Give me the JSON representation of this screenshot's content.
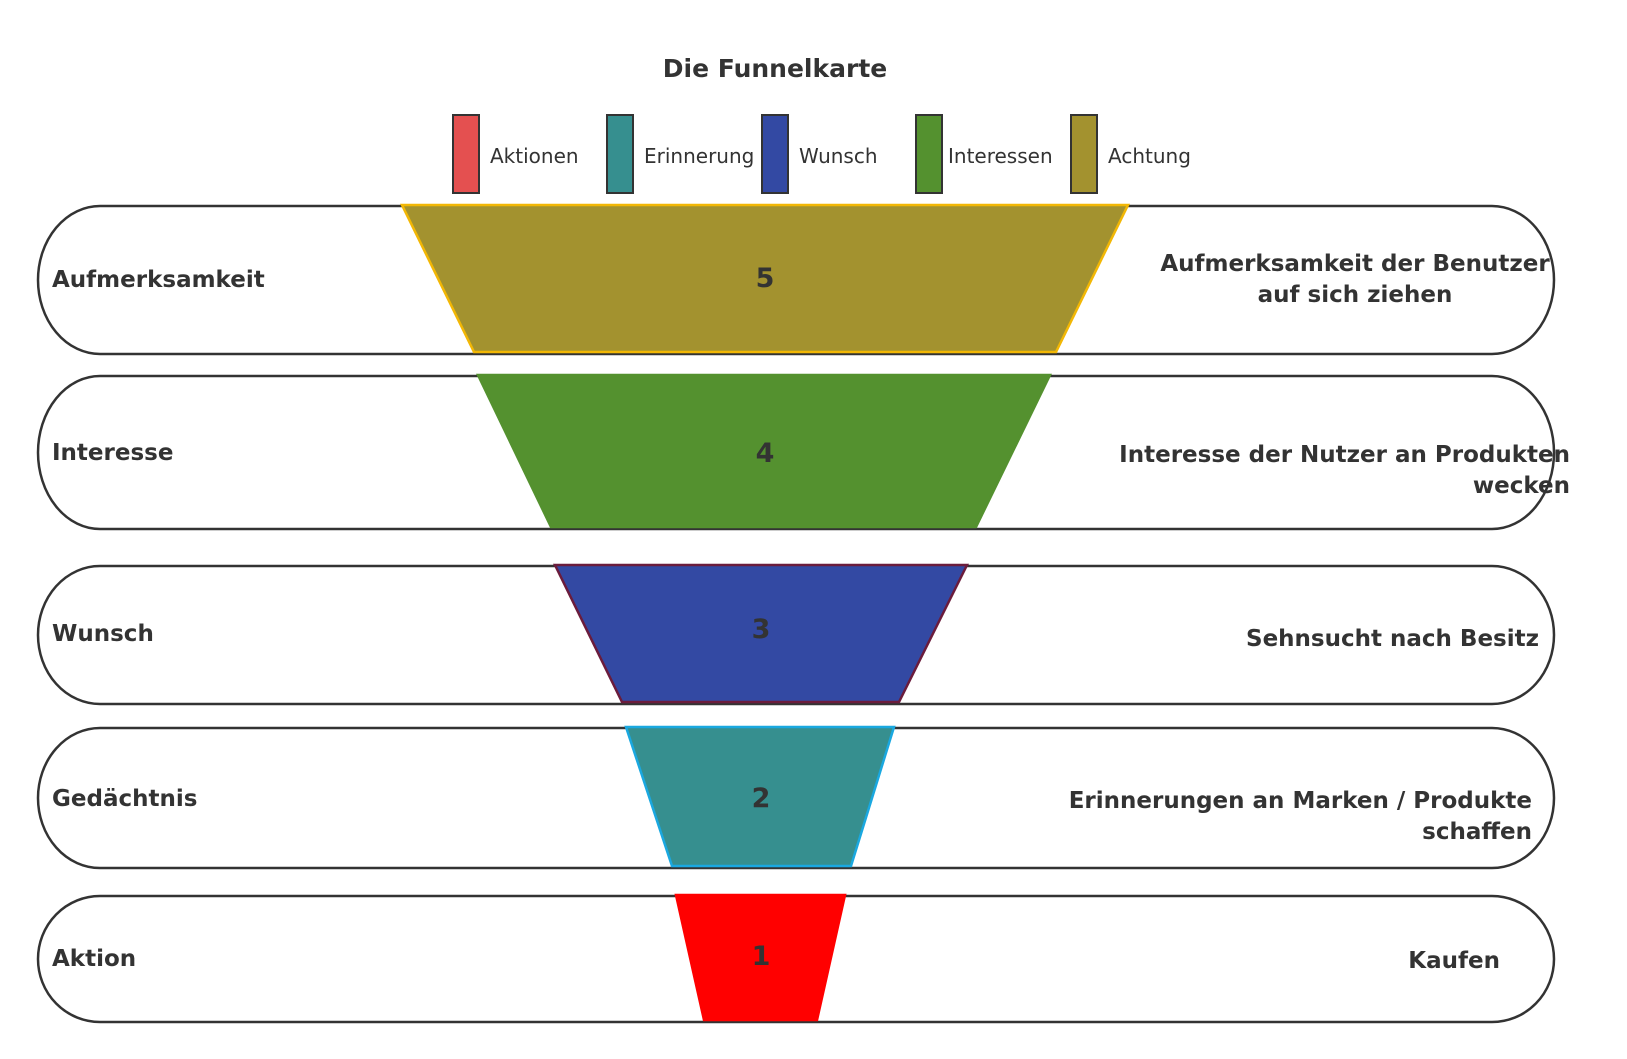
{
  "title": "Die Funnelkarte",
  "legend": [
    {
      "label": "Aktionen",
      "color": "#e45050"
    },
    {
      "label": "Erinnerung",
      "color": "#368f8f"
    },
    {
      "label": "Wunsch",
      "color": "#3349a3"
    },
    {
      "label": "Interessen",
      "color": "#54912f"
    },
    {
      "label": "Achtung",
      "color": "#a3922f"
    }
  ],
  "stages": [
    {
      "label": "Aufmerksamkeit",
      "value": 5,
      "description_lines": [
        "Aufmerksamkeit der Benutzer",
        "auf sich ziehen"
      ],
      "fill": "#a3922f",
      "stroke": "#f2b705"
    },
    {
      "label": "Interesse",
      "value": 4,
      "description_lines": [
        "Interesse der Nutzer an Produkten wecken"
      ],
      "fill": "#54912f",
      "stroke": "#54912f"
    },
    {
      "label": "Wunsch",
      "value": 3,
      "description_lines": [
        "Sehnsucht nach Besitz"
      ],
      "fill": "#3349a3",
      "stroke": "#6b1c3c"
    },
    {
      "label": "Gedächtnis",
      "value": 2,
      "description_lines": [
        "Erinnerungen an Marken / Produkte schaffen"
      ],
      "fill": "#368f8f",
      "stroke": "#1aa8e0"
    },
    {
      "label": "Aktion",
      "value": 1,
      "description_lines": [
        "Kaufen"
      ],
      "fill": "#ff0000",
      "stroke": "#ff0000"
    }
  ]
}
